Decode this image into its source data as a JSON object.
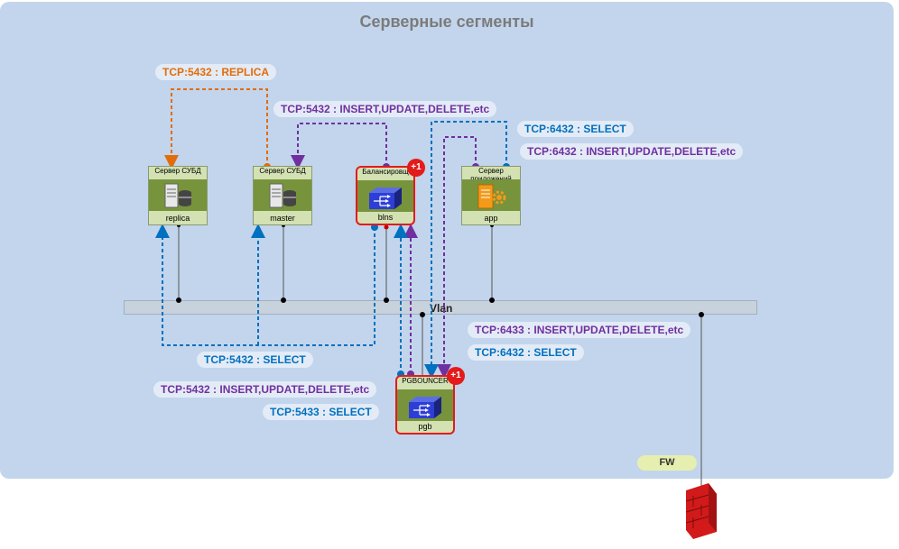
{
  "title": "Серверные сегменты",
  "nodes": {
    "replica": {
      "title": "Сервер СУБД",
      "name": "replica"
    },
    "master": {
      "title": "Сервер СУБД",
      "name": "master"
    },
    "blns": {
      "title": "Балансировщ",
      "name": "blns",
      "badge": "+1"
    },
    "app": {
      "title": "Сервер приложений",
      "name": "app"
    },
    "pgb": {
      "title": "PGBOUNCER",
      "name": "pgb",
      "badge": "+1"
    }
  },
  "vlan": "Vlan",
  "firewall": "FW",
  "labels": {
    "replica": "TCP:5432 : REPLICA",
    "master_write": "TCP:5432 : INSERT,UPDATE,DELETE,etc",
    "app_select": "TCP:6432 : SELECT",
    "app_write": "TCP:6432 : INSERT,UPDATE,DELETE,etc",
    "pgb_write_6433": "TCP:6433 : INSERT,UPDATE,DELETE,etc",
    "pgb_select_6432": "TCP:6432 : SELECT",
    "db_select": "TCP:5432 : SELECT",
    "db_write": "TCP:5432 : INSERT,UPDATE,DELETE,etc",
    "pgb_select_5433": "TCP:5433 : SELECT"
  },
  "colors": {
    "orange": "#e36c0a",
    "purple": "#7030a0",
    "blue": "#0070c0",
    "panel": "#c2d5ec"
  }
}
